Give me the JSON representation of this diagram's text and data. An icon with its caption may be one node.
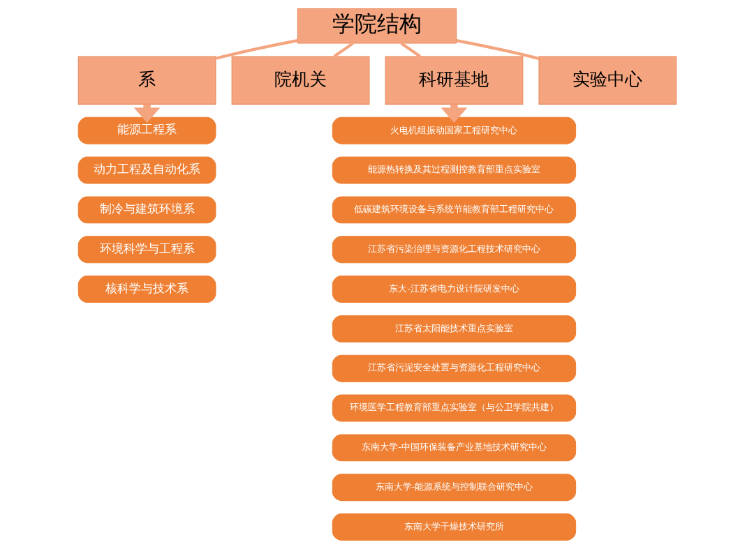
{
  "diagram": {
    "nodes": [
      {
        "text": [
          "学院结构"
        ]
      },
      {
        "text": [
          "系"
        ]
      },
      {
        "text": [
          "院机关"
        ]
      },
      {
        "text": [
          "科研基地"
        ]
      },
      {
        "text": [
          "实验中心"
        ]
      },
      {
        "text": [
          "能源工程系"
        ]
      },
      {
        "text": [
          "动力工程及自动化系"
        ]
      },
      {
        "text": [
          "制冷与建筑环境系"
        ]
      },
      {
        "text": [
          "环境科学与工程系"
        ]
      },
      {
        "text": [
          "核科学与技术系"
        ]
      },
      {
        "text": [
          "火电机组振动国家工程研究中心"
        ]
      },
      {
        "text": [
          "能源热转换及其过程测控教育部重点实验室"
        ]
      },
      {
        "text": [
          "低碳建筑环境设备与系统节能教育部工程研究中心"
        ]
      },
      {
        "text": [
          "江苏省污染治理与资源化工程技术研究中心"
        ]
      },
      {
        "text": [
          "东大-江苏省电力设计院研发中心"
        ]
      },
      {
        "text": [
          "江苏省太阳能技术重点实验室"
        ]
      },
      {
        "text": [
          "江苏省污泥安全处置与资源化工程研究中心"
        ]
      },
      {
        "text": [
          "环境医学工程教育部重点实验室（与公卫学院共建）"
        ]
      },
      {
        "text": [
          "东南大学-中国环保装备产业基地技术研究中心"
        ]
      },
      {
        "text": [
          "东南大学-能源系统与控制联合研究中心"
        ]
      },
      {
        "text": [
          "东南大学干燥技术研究所"
        ]
      }
    ],
    "edges": [
      {
        "from": 0,
        "to": 1,
        "arrow": "none"
      },
      {
        "from": 0,
        "to": 2,
        "arrow": "none"
      },
      {
        "from": 0,
        "to": 3,
        "arrow": "none"
      },
      {
        "from": 0,
        "to": 4,
        "arrow": "none"
      },
      {
        "from": 1,
        "to": 5,
        "arrow": "to",
        "style": "thick"
      },
      {
        "from": 3,
        "to": 10,
        "arrow": "to",
        "style": "thick"
      }
    ]
  }
}
